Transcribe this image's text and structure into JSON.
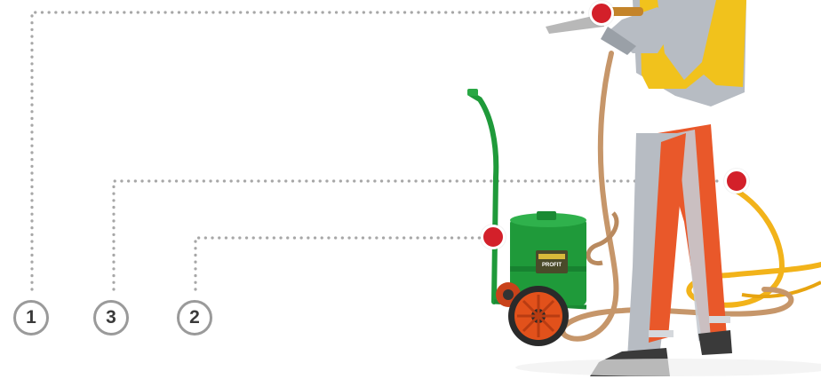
{
  "callouts": [
    {
      "number": "1"
    },
    {
      "number": "3"
    },
    {
      "number": "2"
    }
  ],
  "product": {
    "cart_label": "PROFIT",
    "colors": {
      "cart_green": "#1f9a3a",
      "wheel_orange": "#e2511b",
      "hose_yellow": "#f2b31a",
      "hose_tan": "#c6966a",
      "suit_grey": "#b7bcc3",
      "suit_orange": "#e9582a",
      "vest_yellow": "#f1c21c",
      "hotspot_red": "#d3202a",
      "leader_grey": "#9a9a9a"
    }
  }
}
